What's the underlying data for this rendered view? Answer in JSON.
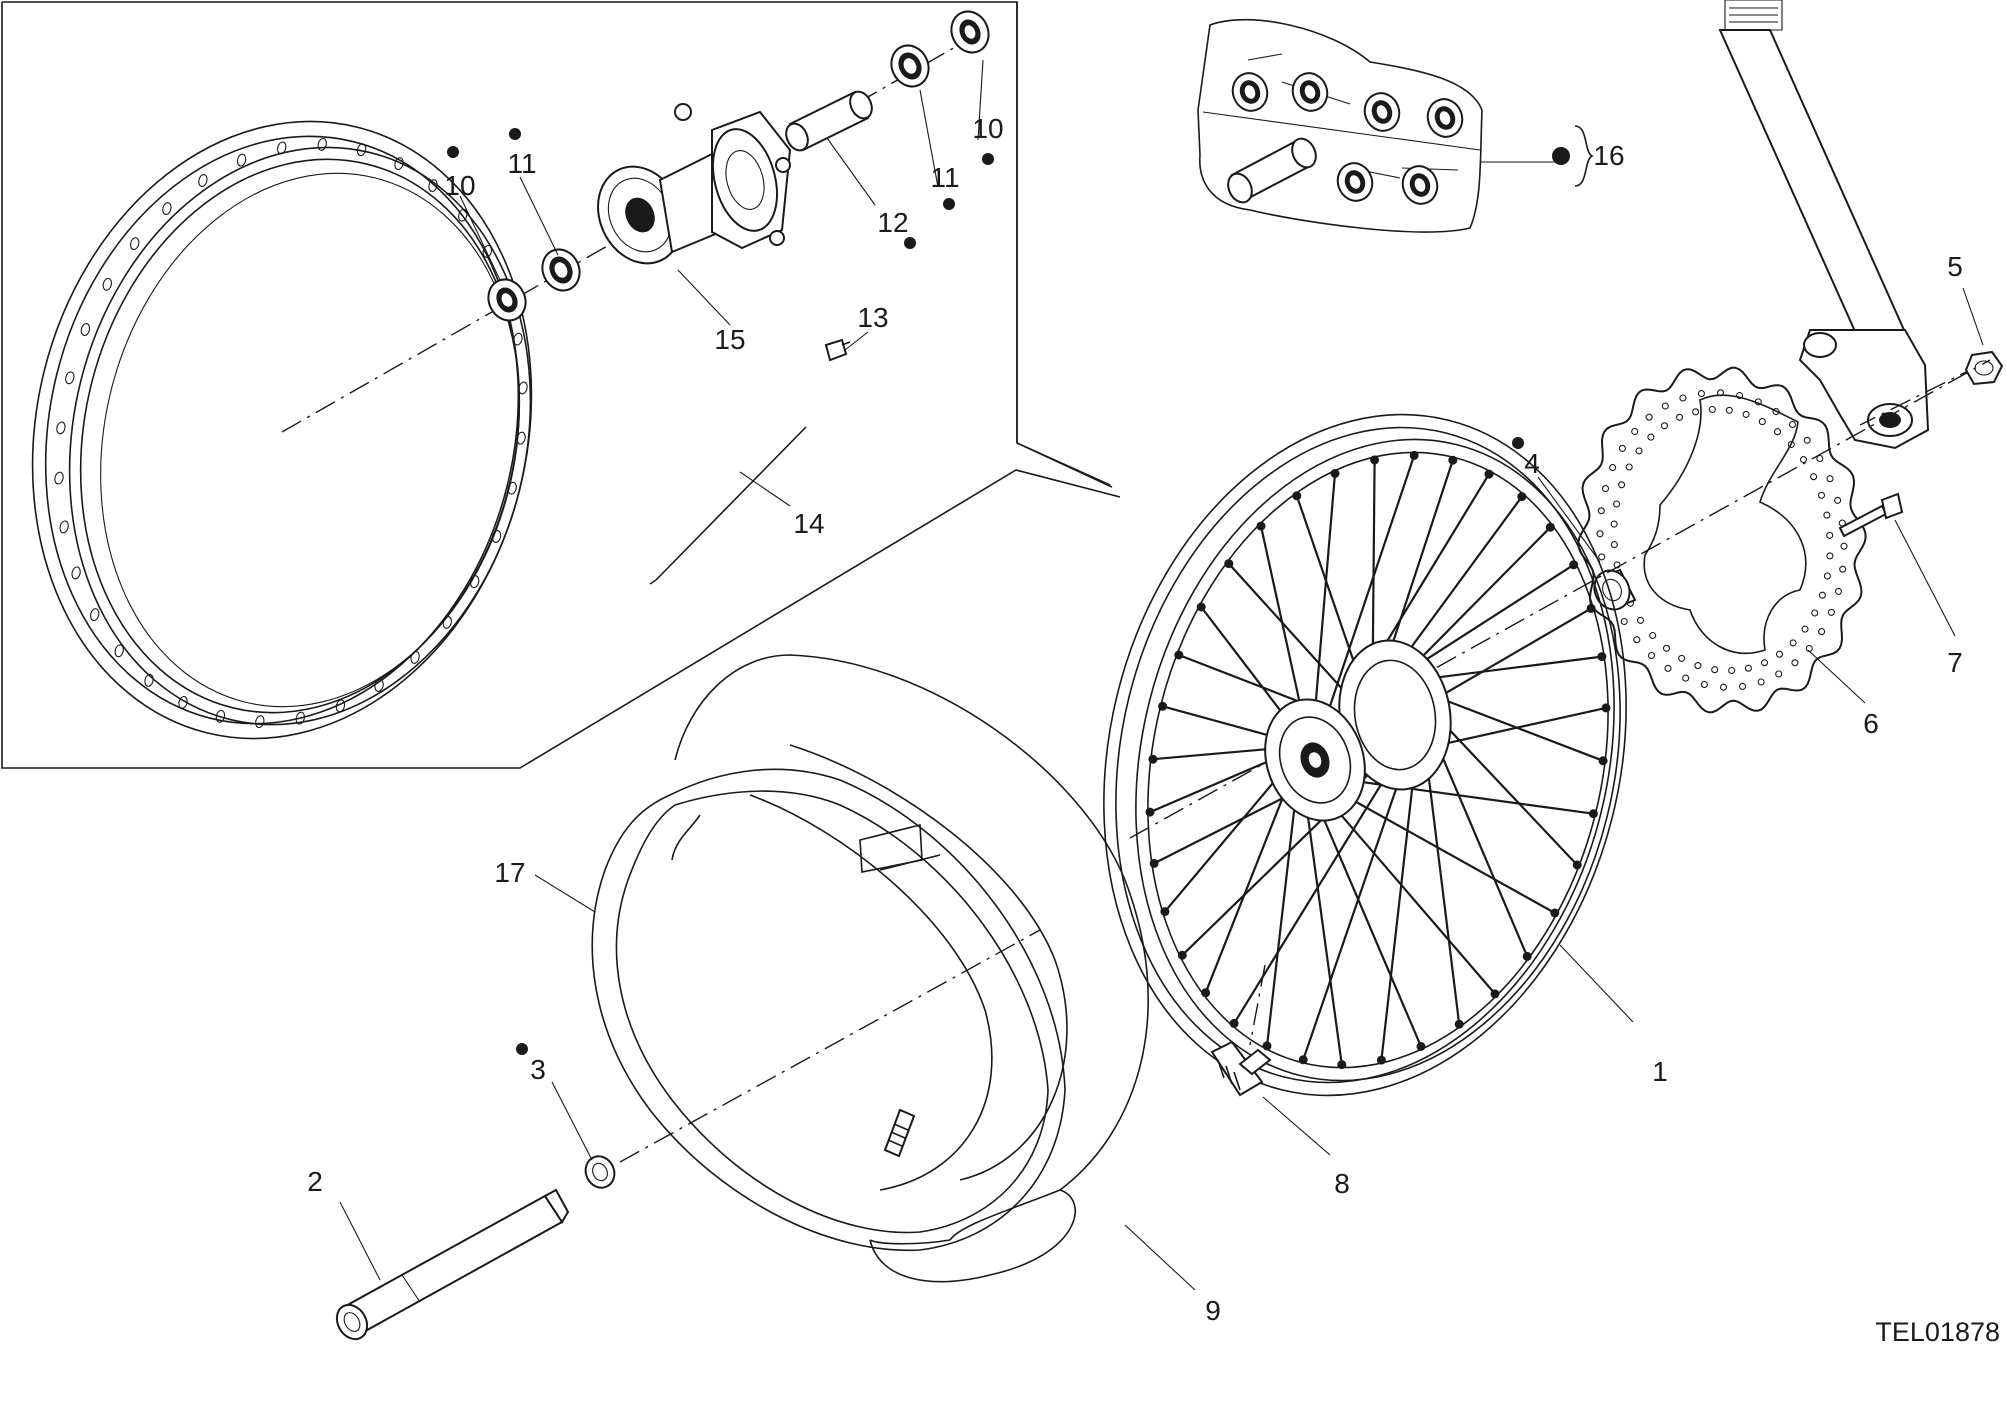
{
  "drawing_code": "TEL01878",
  "callouts": [
    {
      "id": "c1",
      "text": "1"
    },
    {
      "id": "c2",
      "text": "2"
    },
    {
      "id": "c3",
      "text": "3"
    },
    {
      "id": "c4",
      "text": "4"
    },
    {
      "id": "c5",
      "text": "5"
    },
    {
      "id": "c6",
      "text": "6"
    },
    {
      "id": "c7",
      "text": "7"
    },
    {
      "id": "c8",
      "text": "8"
    },
    {
      "id": "c9",
      "text": "9"
    },
    {
      "id": "c10a",
      "text": "10"
    },
    {
      "id": "c10b",
      "text": "10"
    },
    {
      "id": "c11a",
      "text": "11"
    },
    {
      "id": "c11b",
      "text": "11"
    },
    {
      "id": "c12",
      "text": "12"
    },
    {
      "id": "c13",
      "text": "13"
    },
    {
      "id": "c14",
      "text": "14"
    },
    {
      "id": "c15",
      "text": "15"
    },
    {
      "id": "c16",
      "text": "16"
    },
    {
      "id": "c17",
      "text": "17"
    }
  ]
}
